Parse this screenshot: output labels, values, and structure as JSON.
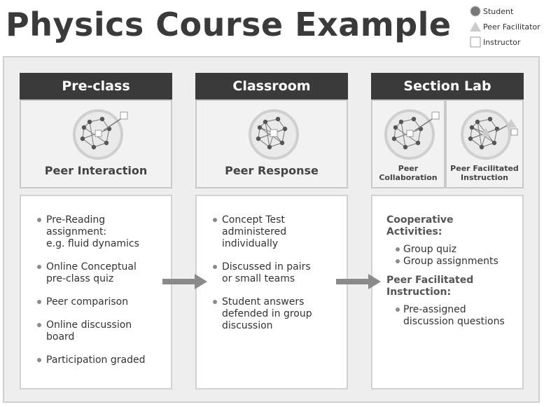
{
  "title": "Physics Course Example",
  "legend": [
    {
      "label": "Student",
      "shape": "circle",
      "color": "#777777"
    },
    {
      "label": "Peer Facilitator",
      "shape": "triangle",
      "color": "#cccccc"
    },
    {
      "label": "Instructor",
      "shape": "square",
      "color": "#ffffff"
    }
  ],
  "columns": {
    "preclass": {
      "header": "Pre-class",
      "panel_label": "Peer Interaction",
      "bullets": [
        "Pre-Reading\nassignment:\ne.g. fluid dynamics",
        "Online Conceptual\npre-class quiz",
        "Peer comparison",
        "Online discussion\nboard",
        "Participation graded"
      ]
    },
    "classroom": {
      "header": "Classroom",
      "panel_label": "Peer Response",
      "bullets": [
        "Concept Test\nadministered\nindividually",
        "Discussed in pairs\nor small teams",
        "Student answers\ndefended in group\ndiscussion"
      ]
    },
    "sectionlab": {
      "header": "Section Lab",
      "panel_left_label": "Peer\nCollaboration",
      "panel_right_label": "Peer Facilitated\nInstruction",
      "group1_heading": "Cooperative\nActivities:",
      "group1_items": [
        "Group quiz",
        "Group assignments"
      ],
      "group2_heading": "Peer Facilitated\nInstruction:",
      "group2_items": [
        "Pre-assigned\ndiscussion questions"
      ]
    }
  },
  "colors": {
    "header_bg": "#3a3a3a",
    "frame_bg": "#eeeeee",
    "arrow": "#8a8a8a"
  }
}
